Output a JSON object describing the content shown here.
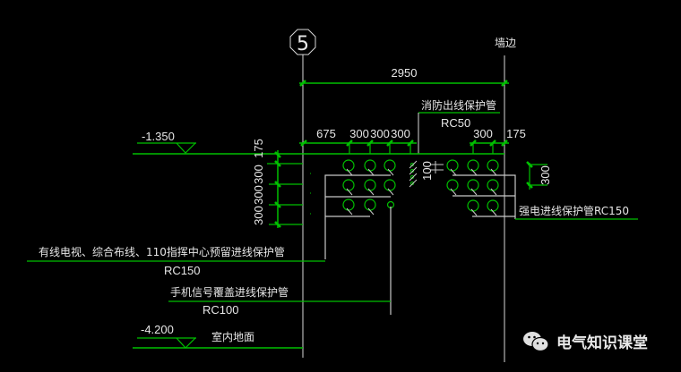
{
  "drawing": {
    "axis_label": "5",
    "wall_edge_label": "墙边",
    "overall_dimension": "2950",
    "top_dims_left": [
      "675",
      "300",
      "300",
      "300"
    ],
    "top_dims_right": [
      "300",
      "175"
    ],
    "left_vertical_dims": [
      "175",
      "300",
      "300",
      "300"
    ],
    "right_vertical_dim": "300",
    "center_small_dim": "100",
    "elevation_top": "-1.350",
    "elevation_bottom": "-4.200",
    "floor_label": "室内地面",
    "fire_pipe_label": "消防出线保护管",
    "fire_pipe_spec": "RC50",
    "catv_pipe_label": "有线电视、综合布线、110指挥中心预留进线保护管",
    "catv_pipe_spec": "RC150",
    "mobile_pipe_label": "手机信号覆盖进线保护管",
    "mobile_pipe_spec": "RC100",
    "power_pipe_label": "强电进线保护管RC150"
  },
  "watermark": {
    "icon": "wechat-icon",
    "text": "电气知识课堂"
  },
  "colors": {
    "background": "#000000",
    "dimension_green": "#00c000",
    "line_white": "#d8d8d8",
    "text": "#e6e6e6"
  }
}
